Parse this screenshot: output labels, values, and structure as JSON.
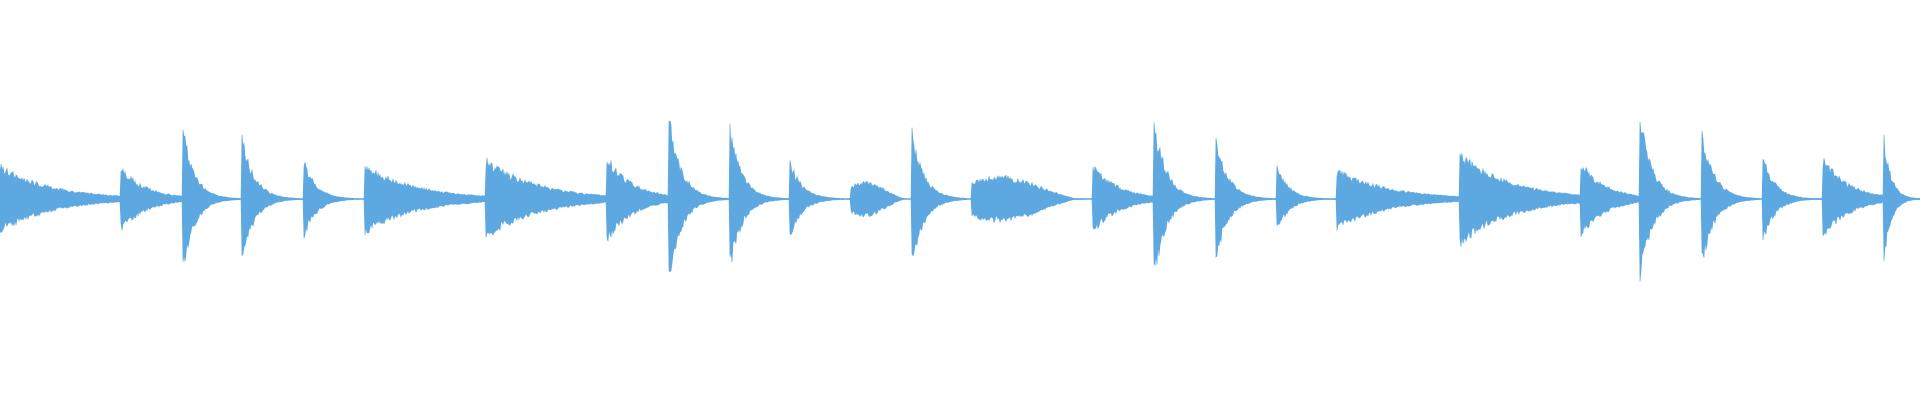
{
  "waveform": {
    "color": "#5DA8E0",
    "background": "#FFFFFF",
    "baseline_amplitude": 0.008,
    "events": [
      {
        "onset": 0.0,
        "end": 0.063,
        "peak": 0.45,
        "decay": "long"
      },
      {
        "onset": 0.063,
        "end": 0.095,
        "peak": 0.42,
        "decay": "long"
      },
      {
        "onset": 0.095,
        "end": 0.126,
        "peak": 1.0,
        "decay": "short"
      },
      {
        "onset": 0.126,
        "end": 0.158,
        "peak": 0.86,
        "decay": "short"
      },
      {
        "onset": 0.158,
        "end": 0.19,
        "peak": 0.55,
        "decay": "short"
      },
      {
        "onset": 0.19,
        "end": 0.253,
        "peak": 0.46,
        "decay": "long"
      },
      {
        "onset": 0.253,
        "end": 0.316,
        "peak": 0.54,
        "decay": "long"
      },
      {
        "onset": 0.316,
        "end": 0.348,
        "peak": 0.57,
        "decay": "long"
      },
      {
        "onset": 0.348,
        "end": 0.38,
        "peak": 1.2,
        "decay": "short"
      },
      {
        "onset": 0.38,
        "end": 0.411,
        "peak": 1.0,
        "decay": "short"
      },
      {
        "onset": 0.411,
        "end": 0.443,
        "peak": 0.54,
        "decay": "short"
      },
      {
        "onset": 0.443,
        "end": 0.475,
        "peak": 0.5,
        "decay": "swell"
      },
      {
        "onset": 0.475,
        "end": 0.506,
        "peak": 0.91,
        "decay": "short"
      },
      {
        "onset": 0.506,
        "end": 0.569,
        "peak": 0.66,
        "decay": "swell"
      },
      {
        "onset": 0.569,
        "end": 0.601,
        "peak": 0.46,
        "decay": "long"
      },
      {
        "onset": 0.601,
        "end": 0.633,
        "peak": 1.08,
        "decay": "short"
      },
      {
        "onset": 0.633,
        "end": 0.665,
        "peak": 0.86,
        "decay": "short"
      },
      {
        "onset": 0.665,
        "end": 0.696,
        "peak": 0.46,
        "decay": "short"
      },
      {
        "onset": 0.696,
        "end": 0.76,
        "peak": 0.4,
        "decay": "long"
      },
      {
        "onset": 0.76,
        "end": 0.823,
        "peak": 0.62,
        "decay": "long"
      },
      {
        "onset": 0.823,
        "end": 0.854,
        "peak": 0.5,
        "decay": "long"
      },
      {
        "onset": 0.854,
        "end": 0.886,
        "peak": 1.16,
        "decay": "short"
      },
      {
        "onset": 0.886,
        "end": 0.918,
        "peak": 0.98,
        "decay": "short"
      },
      {
        "onset": 0.918,
        "end": 0.949,
        "peak": 0.61,
        "decay": "short"
      },
      {
        "onset": 0.949,
        "end": 0.981,
        "peak": 0.56,
        "decay": "long"
      },
      {
        "onset": 0.981,
        "end": 1.0,
        "peak": 0.87,
        "decay": "short"
      }
    ]
  }
}
